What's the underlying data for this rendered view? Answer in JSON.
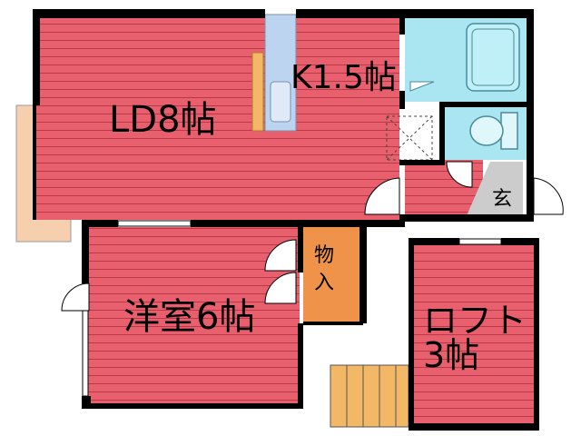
{
  "rooms": {
    "ld": {
      "label": "LD8帖"
    },
    "kitchen": {
      "label": "K1.5帖"
    },
    "western": {
      "label": "洋室6帖"
    },
    "storage": {
      "label": "物入"
    },
    "entrance": {
      "label": "玄"
    },
    "loft": {
      "line1": "ロフト",
      "line2": "3帖"
    }
  },
  "colors": {
    "room_floor": "#e8606e",
    "floor_line": "#b83a48",
    "wall": "#000000",
    "storage": "#f0934a",
    "wood": "#f2b866",
    "balcony": "#f6cfae",
    "wet_area": "#a9e6f2",
    "kitchen_counter": "#bcd4ef",
    "entrance_floor": "#cccccc"
  },
  "icons": [
    "bathtub-icon",
    "toilet-icon",
    "sink-icon",
    "door-swing-icon",
    "stairs-icon"
  ]
}
